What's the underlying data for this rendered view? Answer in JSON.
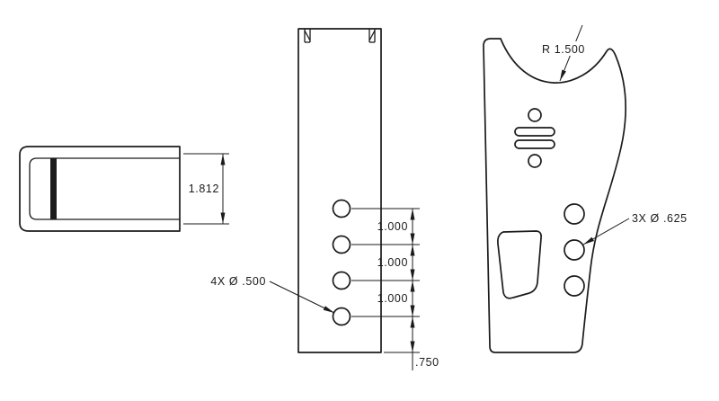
{
  "drawing": {
    "line_color": "#1b1b1b",
    "background": "#ffffff",
    "side_view": {
      "height_dim": "1.812"
    },
    "front_view": {
      "hole_callout": "4X Ø .500",
      "spacing_dims": [
        "1.000",
        "1.000",
        "1.000"
      ],
      "bottom_dim": ".750"
    },
    "profile_view": {
      "radius_callout": "R 1.500",
      "hole_callout": "3X Ø .625"
    }
  }
}
